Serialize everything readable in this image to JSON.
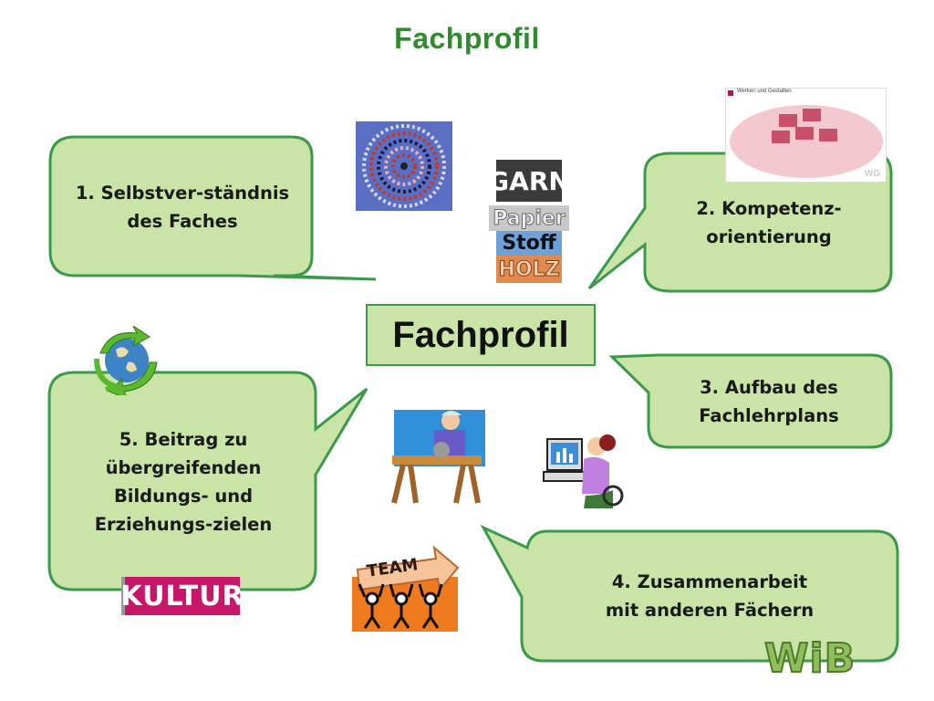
{
  "title": "Fachprofil",
  "center_label": "Fachprofil",
  "bubbles": [
    {
      "line1": "1. Selbstver-ständnis",
      "line2": "des Faches"
    },
    {
      "line1": "2. Kompetenz-",
      "line2": "orientierung"
    },
    {
      "line1": "3. Aufbau des",
      "line2": "Fachlehrplans"
    },
    {
      "line1": "4. Zusammenarbeit",
      "line2": "mit anderen Fächern"
    },
    {
      "line1": "5. Beitrag zu",
      "line2": "übergreifenden",
      "line3": "Bildungs- und",
      "line4": "Erziehungs-zielen"
    }
  ],
  "material_words": [
    "GARN",
    "Papier",
    "Stoff",
    "HOLZ"
  ],
  "team_label": "TEAM",
  "kultur_label": "KULTUR",
  "logo_text": "WiB",
  "thumbnail": {
    "header": "Werken und Gestalten",
    "watermark": "WG"
  },
  "colors": {
    "bubble_fill": "#c9e4a6",
    "bubble_stroke": "#3a9a4a",
    "title": "#2e8b2e",
    "kultur_bg": "#c8166b",
    "team_bg": "#f07a1e"
  }
}
